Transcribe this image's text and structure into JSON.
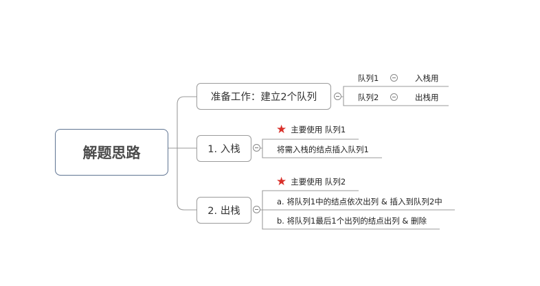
{
  "root": {
    "label": "解题思路"
  },
  "branches": {
    "prep": {
      "label": "准备工作：建立2个队列",
      "rows": [
        {
          "queue": "队列1",
          "role": "入栈用"
        },
        {
          "queue": "队列2",
          "role": "出栈用"
        }
      ]
    },
    "push": {
      "label": "1. 入栈",
      "note": "主要使用 队列1",
      "steps": [
        "将需入栈的结点插入队列1"
      ]
    },
    "pop": {
      "label": "2. 出栈",
      "note": "主要使用 队列2",
      "steps": [
        "a.  将队列1中的结点依次出列 & 插入到队列2中",
        "b.  将队列1最后1个出列的结点出列 & 删除"
      ]
    }
  },
  "colors": {
    "root_border": "#5e7391",
    "branch_border": "#9a9a9a",
    "connector": "#9a9a9a",
    "star": "#d9302a"
  },
  "icons": {
    "collapse": "minus-circle-icon",
    "priority": "star-icon"
  }
}
